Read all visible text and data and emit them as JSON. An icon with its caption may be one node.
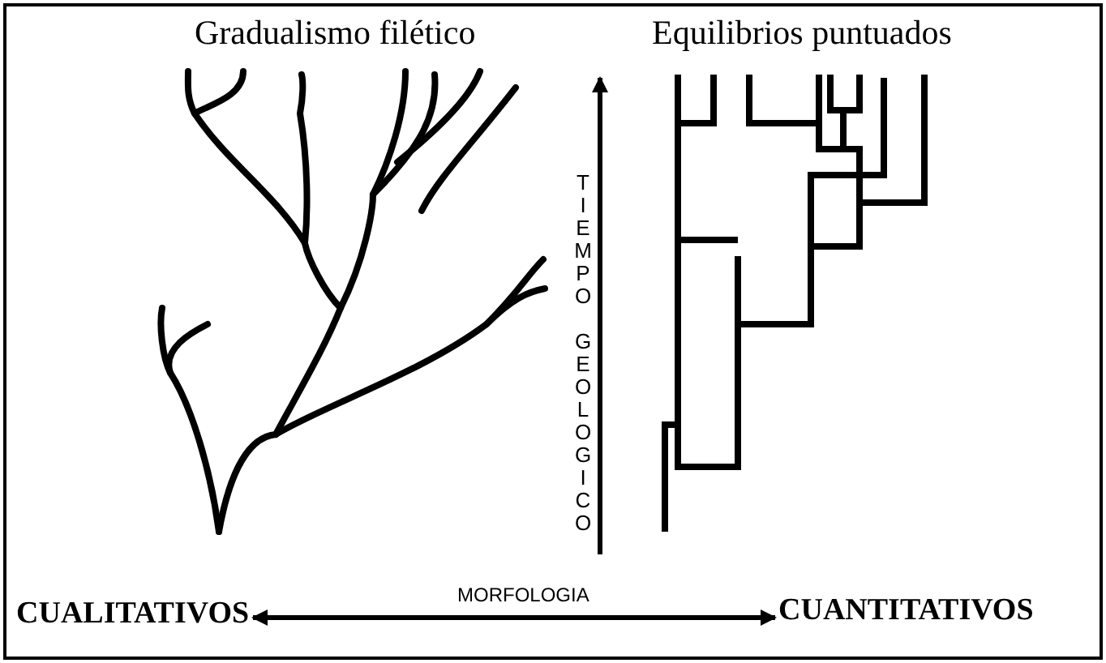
{
  "diagram": {
    "nodes": [
      {
        "text": [
          "CUALITATIVOS"
        ]
      },
      {
        "text": [
          "CUANTITATIVOS"
        ]
      }
    ],
    "edges": [
      {
        "from": 0,
        "to": 1,
        "arrow": "both",
        "label": "MORFOLOGIA"
      }
    ],
    "labels": [
      "Gradualismo filético",
      "Equilibrios puntuados",
      "TIEMPO GEOLOGICO"
    ]
  }
}
